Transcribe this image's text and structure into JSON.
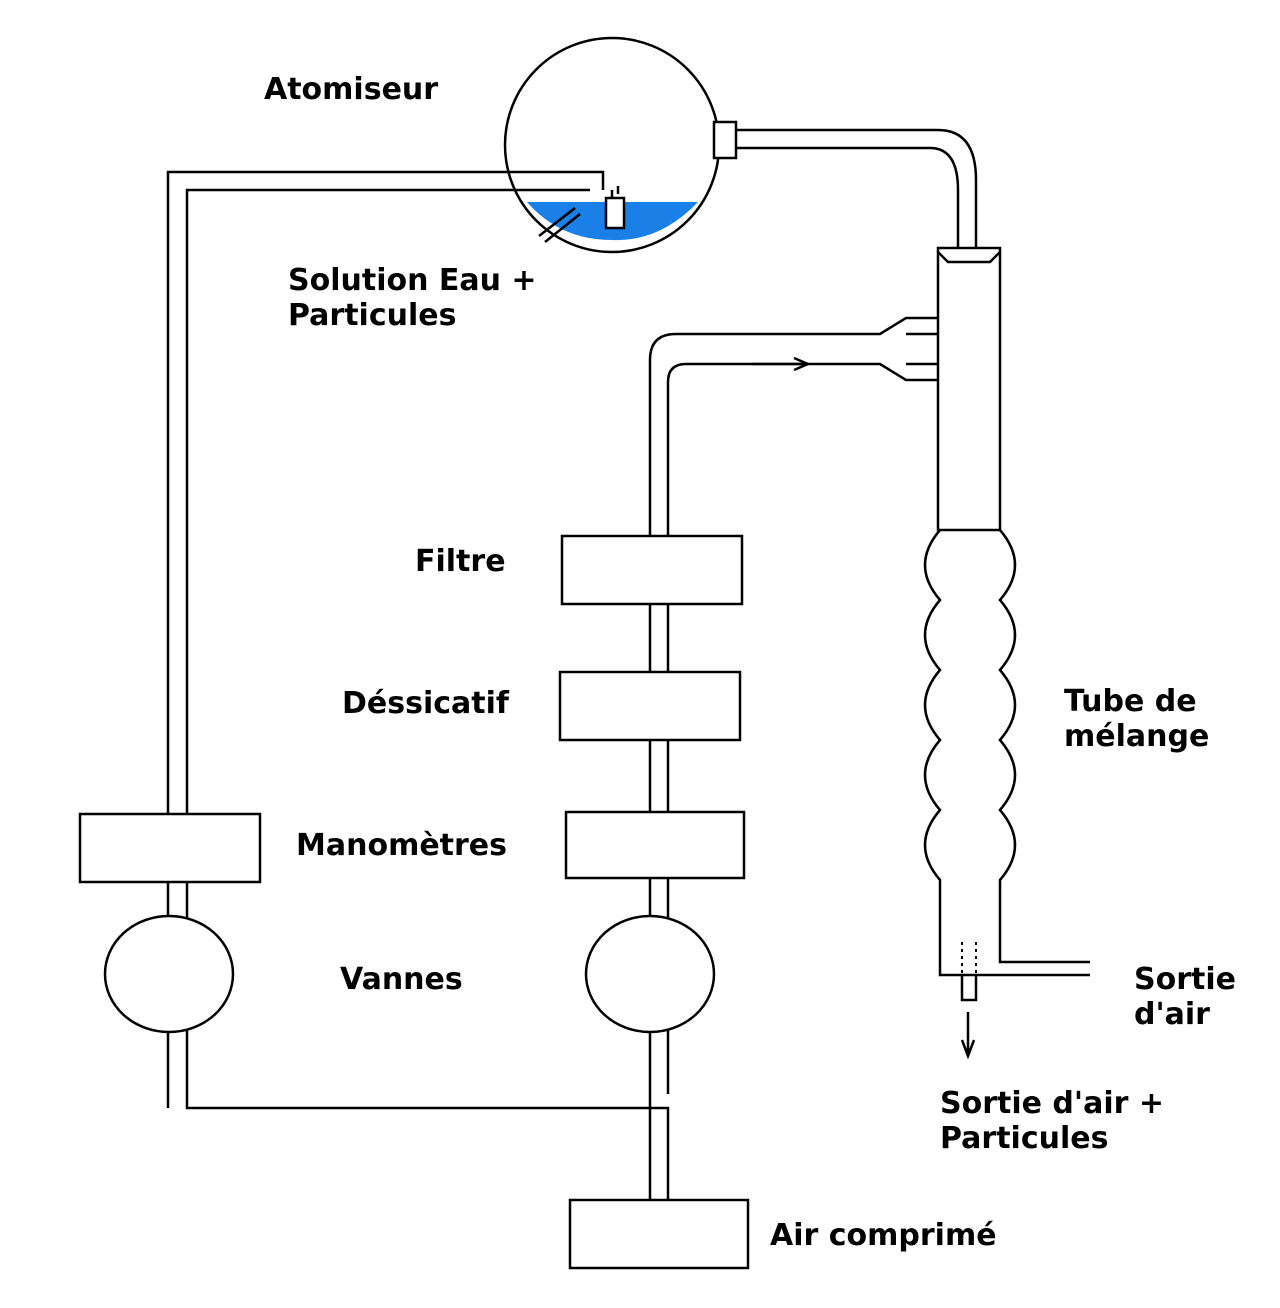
{
  "labels": {
    "atomiseur": "Atomiseur",
    "solution_line1": "Solution Eau +",
    "solution_line2": "Particules",
    "filtre": "Filtre",
    "dessicatif": "Déssicatif",
    "manometres": "Manomètres",
    "vannes": "Vannes",
    "tube_line1": "Tube de",
    "tube_line2": "mélange",
    "sortie_air_line1": "Sortie",
    "sortie_air_line2": "d'air",
    "sortie_particules_line1": "Sortie d'air +",
    "sortie_particules_line2": "Particules",
    "air_comprime": "Air comprimé"
  },
  "colors": {
    "liquid": "#1a7fe6",
    "stroke": "#000000",
    "background": "#ffffff"
  }
}
